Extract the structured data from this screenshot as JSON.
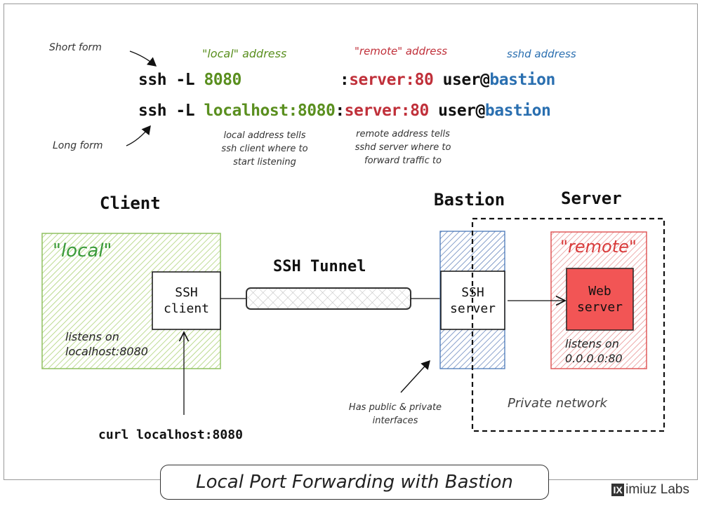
{
  "annotations": {
    "short_form": "Short form",
    "long_form": "Long form",
    "local_address": "\"local\" address",
    "remote_address": "\"remote\" address",
    "sshd_address": "sshd address"
  },
  "commands": {
    "short": {
      "prefix": "ssh -L ",
      "local": "8080",
      "colon": ":",
      "remote": "server:80",
      "user": " user@",
      "host": "bastion"
    },
    "long": {
      "prefix": "ssh -L ",
      "local": "localhost:8080",
      "colon": ":",
      "remote": "server:80",
      "user": " user@",
      "host": "bastion"
    }
  },
  "explanations": {
    "local": "local address tells ssh client where to start listening",
    "remote": "remote address tells sshd server where to forward traffic to"
  },
  "sections": {
    "client": "Client",
    "bastion": "Bastion",
    "server": "Server",
    "tunnel": "SSH Tunnel"
  },
  "client_zone": {
    "label": "\"local\"",
    "box_line1": "SSH",
    "box_line2": "client",
    "listens_line1": "listens on",
    "listens_line2": "localhost:8080"
  },
  "bastion_zone": {
    "box_line1": "SSH",
    "box_line2": "server",
    "note": "Has public & private interfaces"
  },
  "server_zone": {
    "label": "\"remote\"",
    "box_line1": "Web",
    "box_line2": "server",
    "listens_line1": "listens on",
    "listens_line2": "0.0.0.0:80",
    "network_label": "Private network"
  },
  "curl_command": "curl localhost:8080",
  "title": "Local Port Forwarding with Bastion",
  "brand": {
    "logo": "IX",
    "name": "imiuz Labs"
  },
  "colors": {
    "local": "#5a8f1f",
    "remote": "#c0303a",
    "sshd": "#2a6fb0",
    "web_server_fill": "#f25555"
  }
}
